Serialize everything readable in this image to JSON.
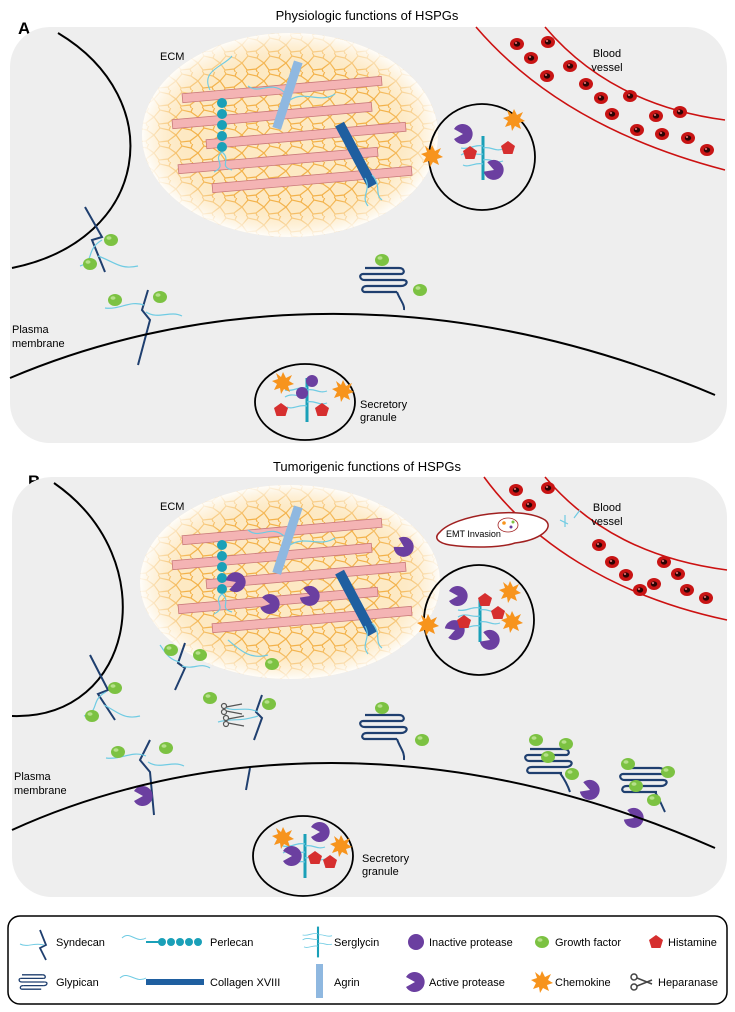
{
  "panels": [
    {
      "letter": "A",
      "title": "Physiologic functions of HSPGs",
      "labels": {
        "ecm": "ECM",
        "blood_vessel_line1": "Blood",
        "blood_vessel_line2": "vessel",
        "plasma_membrane_line1": "Plasma",
        "plasma_membrane_line2": "membrane",
        "secretory_granule_line1": "Secretory",
        "secretory_granule_line2": "granule"
      }
    },
    {
      "letter": "B",
      "title": "Tumorigenic functions of HSPGs",
      "labels": {
        "ecm": "ECM",
        "blood_vessel_line1": "Blood",
        "blood_vessel_line2": "vessel",
        "plasma_membrane_line1": "Plasma",
        "plasma_membrane_line2": "membrane",
        "secretory_granule_line1": "Secretory",
        "secretory_granule_line2": "granule",
        "emt_invasion": "EMT Invasion"
      }
    }
  ],
  "legend": {
    "items": [
      {
        "label": "Syndecan",
        "icon": "syndecan-icon"
      },
      {
        "label": "Perlecan",
        "icon": "perlecan-icon"
      },
      {
        "label": "Serglycin",
        "icon": "serglycin-icon"
      },
      {
        "label": "Inactive protease",
        "icon": "inactive-protease-icon"
      },
      {
        "label": "Growth factor",
        "icon": "growth-factor-icon"
      },
      {
        "label": "Histamine",
        "icon": "histamine-icon"
      },
      {
        "label": "Glypican",
        "icon": "glypican-icon"
      },
      {
        "label": "Collagen XVIII",
        "icon": "collagen-xviii-icon"
      },
      {
        "label": "Agrin",
        "icon": "agrin-icon"
      },
      {
        "label": "Active protease",
        "icon": "active-protease-icon"
      },
      {
        "label": "Chemokine",
        "icon": "chemokine-icon"
      },
      {
        "label": "Heparanase",
        "icon": "heparanase-icon"
      }
    ]
  },
  "colors": {
    "background": "#eeeeee",
    "ecm_fill": "#fde9c3",
    "ecm_mesh": "#f3b24a",
    "collagen_fiber": "#f4b4b4",
    "blood_vessel": "#cc1111",
    "growth_factor": "#7cc242",
    "protease": "#6b3fa0",
    "histamine": "#d62f2f",
    "chemokine": "#f7941d",
    "perlecan": "#1aa0b8",
    "agrin": "#8fb8e0",
    "collagen_xviii": "#1f5fa0",
    "proteoglycan_core": "#1f3f6f",
    "gag_chain": "#6fcbe3"
  }
}
